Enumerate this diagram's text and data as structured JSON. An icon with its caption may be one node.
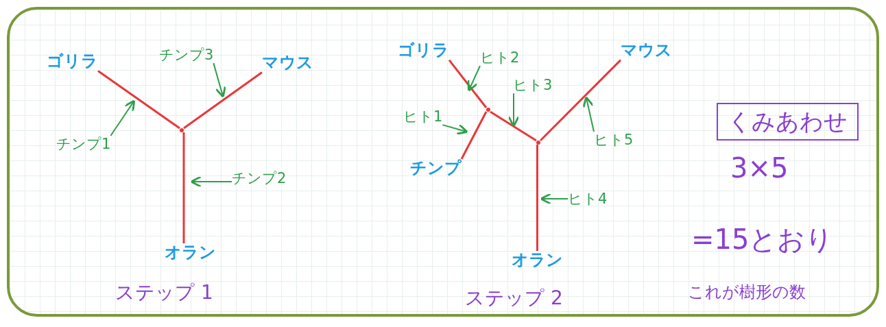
{
  "diagram": {
    "nodes": [
      {
        "text": [
          "ゴリラ"
        ]
      },
      {
        "text": [
          "マウス"
        ]
      },
      {
        "text": [],
        "shape": "dot"
      },
      {
        "text": [
          "オラン"
        ]
      },
      {
        "text": [
          "チンプ3"
        ]
      },
      {
        "text": [
          "チンプ1"
        ]
      },
      {
        "text": [
          "チンプ2"
        ]
      },
      {
        "text": [
          "ゴリラ"
        ]
      },
      {
        "text": [
          "ヒト2"
        ]
      },
      {
        "text": [
          "マウス"
        ]
      },
      {
        "text": [],
        "shape": "dot"
      },
      {
        "text": [
          "ヒト3"
        ]
      },
      {
        "text": [
          "ヒト1"
        ]
      },
      {
        "text": [],
        "shape": "dot"
      },
      {
        "text": [
          "ヒト5"
        ]
      },
      {
        "text": [
          "チンプ"
        ]
      },
      {
        "text": [
          "ヒト4"
        ]
      },
      {
        "text": [
          "オラン"
        ]
      },
      {
        "text": [
          "くみあわせ"
        ]
      }
    ],
    "edges": [
      {
        "from": 2,
        "to": 0,
        "arrow": "none",
        "color": "#e8383a"
      },
      {
        "from": 2,
        "to": 1,
        "arrow": "none",
        "color": "#e8383a"
      },
      {
        "from": 2,
        "to": 3,
        "arrow": "none",
        "color": "#e8383a"
      },
      {
        "from": 4,
        "to": null,
        "arrow": "to",
        "color": "#2e9e4a"
      },
      {
        "from": 5,
        "to": null,
        "arrow": "to",
        "color": "#2e9e4a"
      },
      {
        "from": 6,
        "to": null,
        "arrow": "to",
        "color": "#2e9e4a"
      },
      {
        "from": 10,
        "to": 7,
        "arrow": "none",
        "color": "#e8383a"
      },
      {
        "from": 10,
        "to": 15,
        "arrow": "none",
        "color": "#e8383a"
      },
      {
        "from": 10,
        "to": 13,
        "arrow": "none",
        "color": "#e8383a"
      },
      {
        "from": 13,
        "to": 9,
        "arrow": "none",
        "color": "#e8383a"
      },
      {
        "from": 13,
        "to": 17,
        "arrow": "none",
        "color": "#e8383a"
      },
      {
        "from": 8,
        "to": null,
        "arrow": "to",
        "color": "#2e9e4a"
      },
      {
        "from": 11,
        "to": null,
        "arrow": "to",
        "color": "#2e9e4a"
      },
      {
        "from": 12,
        "to": null,
        "arrow": "to",
        "color": "#2e9e4a"
      },
      {
        "from": 14,
        "to": null,
        "arrow": "to",
        "color": "#2e9e4a"
      },
      {
        "from": 16,
        "to": null,
        "arrow": "to",
        "color": "#2e9e4a"
      }
    ],
    "labels": [
      "3×5",
      "=15とおり",
      "ステップ 1",
      "ステップ 2",
      "これが樹形の数"
    ]
  }
}
